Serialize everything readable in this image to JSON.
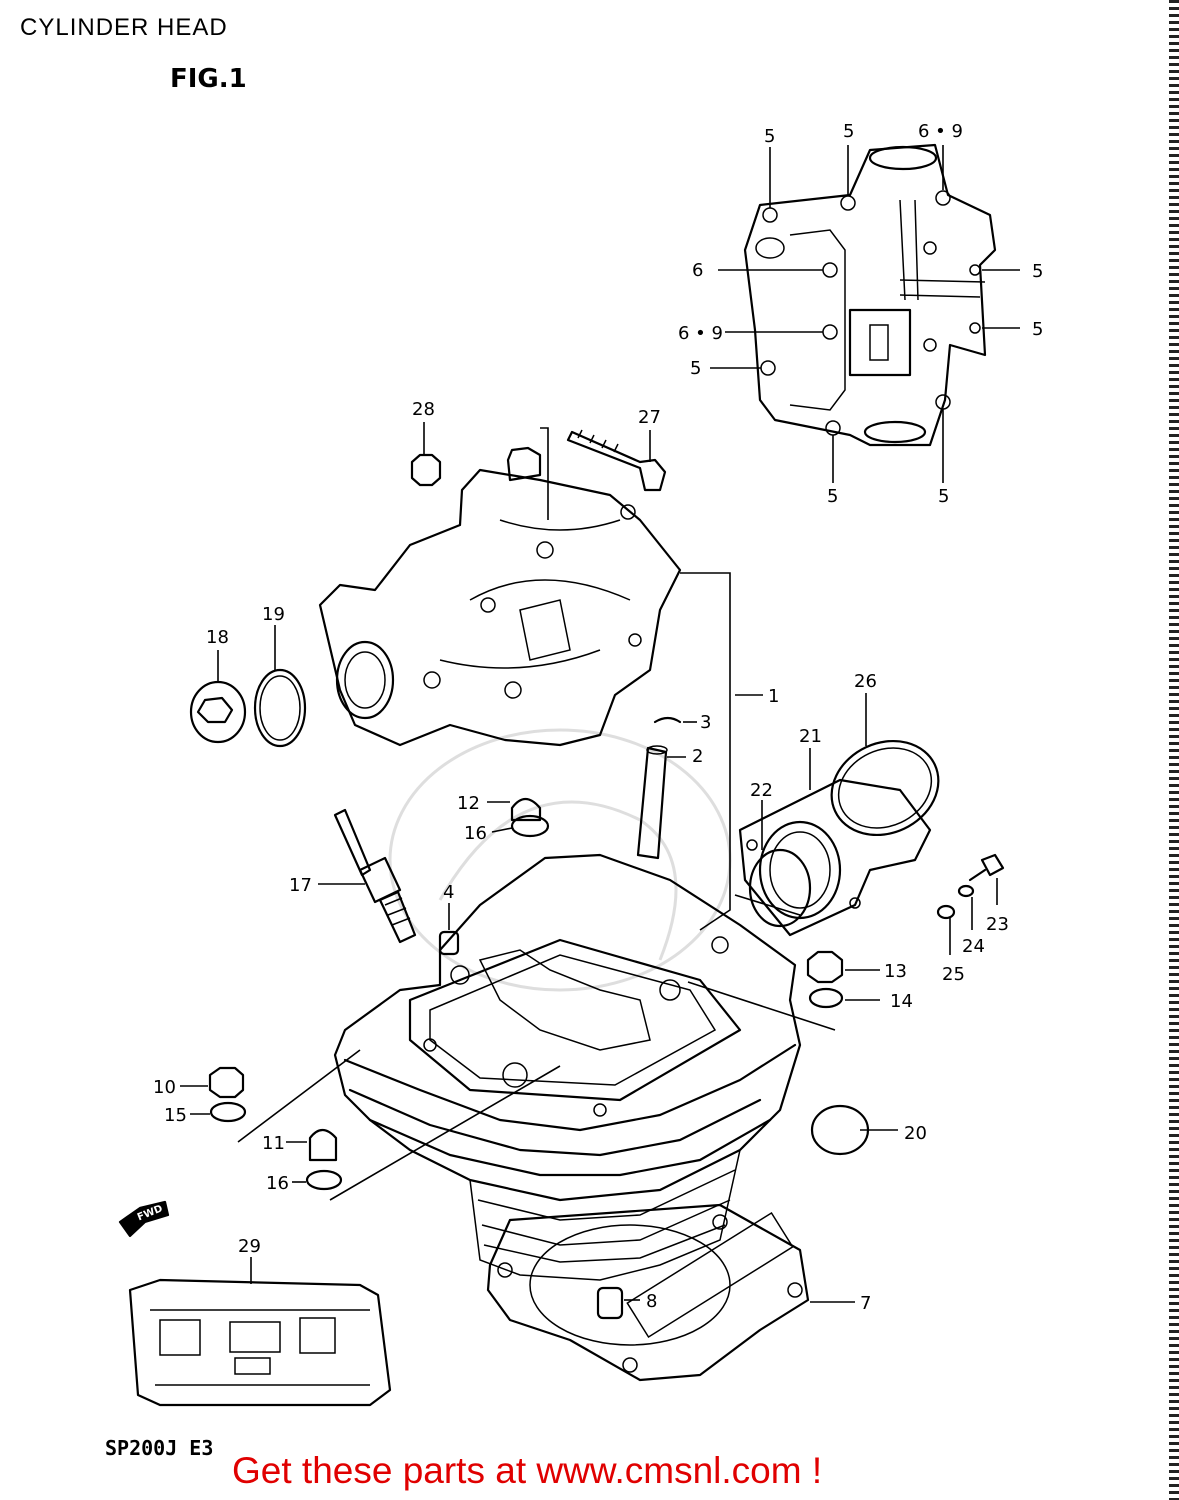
{
  "page": {
    "title": "CYLINDER HEAD",
    "figure": "FIG.1",
    "model_code": "SP200J  E3",
    "footer_link": "Get these parts at www.cmsnl.com !",
    "fwd_label": "FWD"
  },
  "callouts": [
    {
      "id": "c1",
      "text": "1"
    },
    {
      "id": "c2",
      "text": "2"
    },
    {
      "id": "c3",
      "text": "3"
    },
    {
      "id": "c4",
      "text": "4"
    },
    {
      "id": "c5a",
      "text": "5"
    },
    {
      "id": "c5b",
      "text": "5"
    },
    {
      "id": "c69a",
      "text": "6 • 9"
    },
    {
      "id": "c6",
      "text": "6"
    },
    {
      "id": "c5c",
      "text": "5"
    },
    {
      "id": "c69b",
      "text": "6 • 9"
    },
    {
      "id": "c5d",
      "text": "5"
    },
    {
      "id": "c5e",
      "text": "5"
    },
    {
      "id": "c5f",
      "text": "5"
    },
    {
      "id": "c5g",
      "text": "5"
    },
    {
      "id": "c7",
      "text": "7"
    },
    {
      "id": "c8",
      "text": "8"
    },
    {
      "id": "c10",
      "text": "10"
    },
    {
      "id": "c11",
      "text": "11"
    },
    {
      "id": "c12",
      "text": "12"
    },
    {
      "id": "c13",
      "text": "13"
    },
    {
      "id": "c14",
      "text": "14"
    },
    {
      "id": "c15",
      "text": "15"
    },
    {
      "id": "c16a",
      "text": "16"
    },
    {
      "id": "c16b",
      "text": "16"
    },
    {
      "id": "c17",
      "text": "17"
    },
    {
      "id": "c18",
      "text": "18"
    },
    {
      "id": "c19",
      "text": "19"
    },
    {
      "id": "c20",
      "text": "20"
    },
    {
      "id": "c21",
      "text": "21"
    },
    {
      "id": "c22",
      "text": "22"
    },
    {
      "id": "c23",
      "text": "23"
    },
    {
      "id": "c24",
      "text": "24"
    },
    {
      "id": "c25",
      "text": "25"
    },
    {
      "id": "c26",
      "text": "26"
    },
    {
      "id": "c27",
      "text": "27"
    },
    {
      "id": "c28",
      "text": "28"
    },
    {
      "id": "c29",
      "text": "29"
    }
  ]
}
